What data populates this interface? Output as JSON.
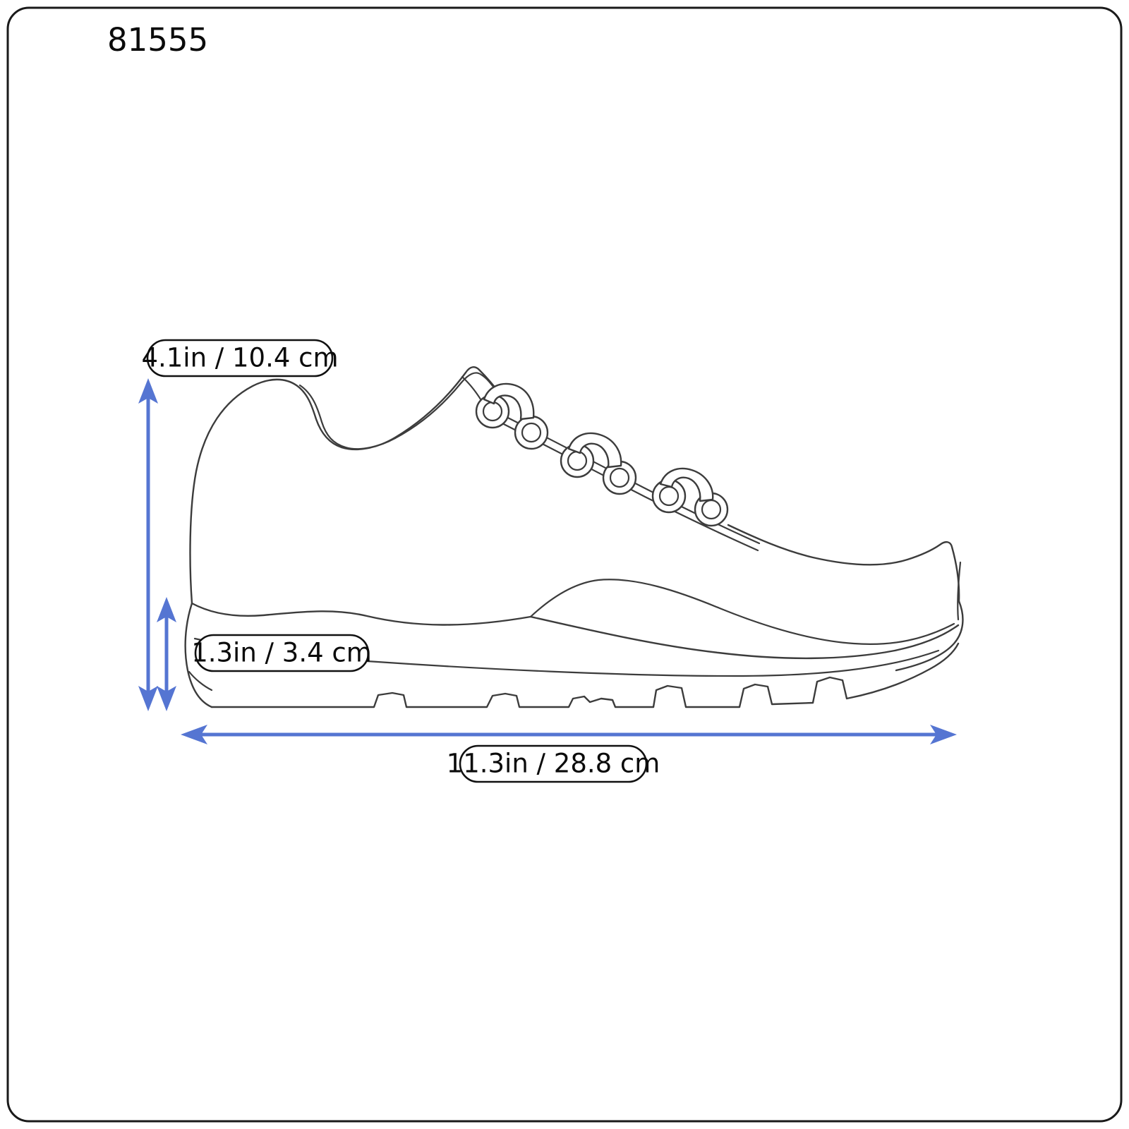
{
  "document": {
    "title": "81555",
    "kind": "shoe-dimension-diagram"
  },
  "frame": {
    "border_color": "#1a1a1a",
    "background_color": "#ffffff",
    "corner_radius": 30
  },
  "product": {
    "name": "shoe-side-view-outline",
    "outline_color": "#3c3c3c",
    "parts": [
      "heel-collar",
      "upper-quarter",
      "tongue",
      "lace-eyelets",
      "laces",
      "toe-cap",
      "midsole",
      "outsole-tread"
    ],
    "eyelet_count": 6
  },
  "dimensions": {
    "accent_color": "#5575d2",
    "items": [
      {
        "id": "overall-height",
        "label": "4.1in / 10.4 cm",
        "inches": 4.1,
        "centimeters": 10.4,
        "orientation": "vertical"
      },
      {
        "id": "sole-height",
        "label": "1.3in / 3.4 cm",
        "inches": 1.3,
        "centimeters": 3.4,
        "orientation": "vertical"
      },
      {
        "id": "overall-length",
        "label": "11.3in / 28.8 cm",
        "inches": 11.3,
        "centimeters": 28.8,
        "orientation": "horizontal"
      }
    ]
  }
}
